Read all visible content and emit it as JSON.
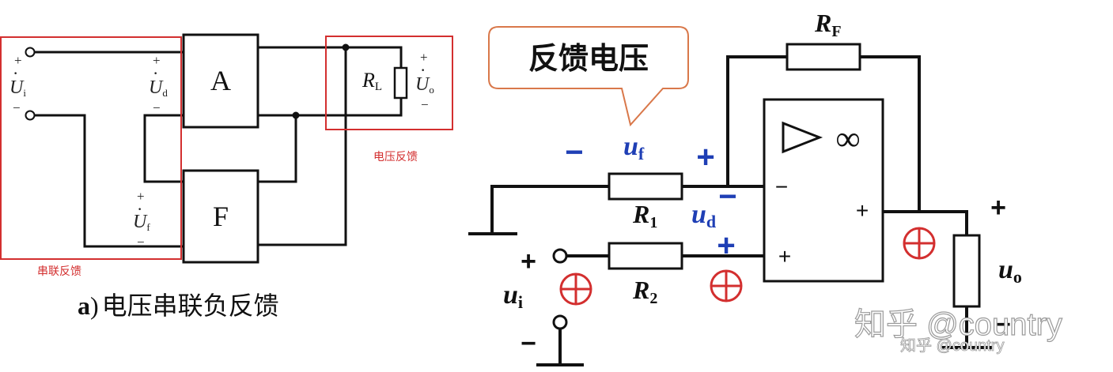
{
  "left_diagram": {
    "amp_label": "A",
    "feedback_label": "F",
    "load_label": "R",
    "load_sub": "L",
    "input_voltage": "U",
    "input_sub": "i",
    "diff_voltage": "U",
    "diff_sub": "d",
    "fb_voltage": "U",
    "fb_sub": "f",
    "out_voltage": "U",
    "out_sub": "o",
    "plus": "+",
    "minus": "−",
    "dot": "·",
    "voltage_feedback_note": "电压反馈",
    "series_feedback_note": "串联反馈",
    "caption_prefix": "a",
    "caption_paren": ")",
    "caption_text": "电压串联负反馈",
    "accent_color": "#d32f2f"
  },
  "right_diagram": {
    "callout_text": "反馈电压",
    "rf_label": "R",
    "rf_sub": "F",
    "r1_label": "R",
    "r1_sub": "1",
    "r2_label": "R",
    "r2_sub": "2",
    "uf_label": "u",
    "uf_sub": "f",
    "ud_label": "u",
    "ud_sub": "d",
    "ui_label": "u",
    "ui_sub": "i",
    "uo_label": "u",
    "uo_sub": "o",
    "opamp_gain": "∞",
    "plus": "+",
    "minus": "−",
    "blue_color": "#1f3fb5",
    "red_color": "#d32f2f",
    "callout_border_color": "#d9784a"
  },
  "watermark": {
    "text_large": "知乎 @country",
    "text_small": "知乎 @country"
  }
}
